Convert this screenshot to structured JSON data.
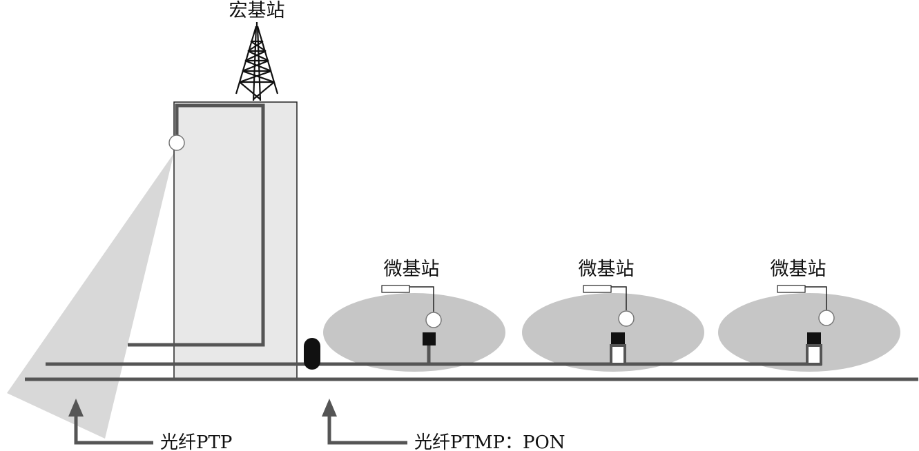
{
  "labels": {
    "macro_station": "宏基站",
    "micro_stations": [
      "微基站",
      "微基站",
      "微基站"
    ],
    "fiber_ptp": "光纤PTP",
    "fiber_ptmp": "光纤PTMP：PON"
  },
  "colors": {
    "fiber": "#555555",
    "building_fill": "#e8e8e8",
    "coverage_fill": "#c6c6c6",
    "beam_fill": "#d8d8d8",
    "node_fill": "#111111",
    "antenna_fill": "#ffffff"
  },
  "icons": {
    "tower": "lattice-tower-icon",
    "splitter": "splitter-icon",
    "antenna": "antenna-circle-icon",
    "arrow": "up-arrow-icon"
  }
}
